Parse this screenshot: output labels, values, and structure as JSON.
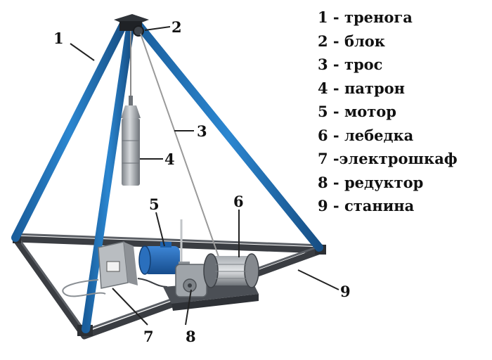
{
  "callouts": [
    "1",
    "2",
    "3",
    "4",
    "5",
    "6",
    "7",
    "8",
    "9"
  ],
  "legend": [
    "1 - тренога",
    "2 - блок",
    "3 - трос",
    "4 - патрон",
    "5 - мотор",
    "6 - лебедка",
    "7 -электрошкаф",
    "8 - редуктор",
    "9 - станина"
  ],
  "colors": {
    "tripod_leg": "#1f6fb5",
    "frame": "#3a3d42",
    "motor": "#1d5fa8",
    "metal": "#9aa0a6",
    "cable": "#7a7a7a"
  }
}
